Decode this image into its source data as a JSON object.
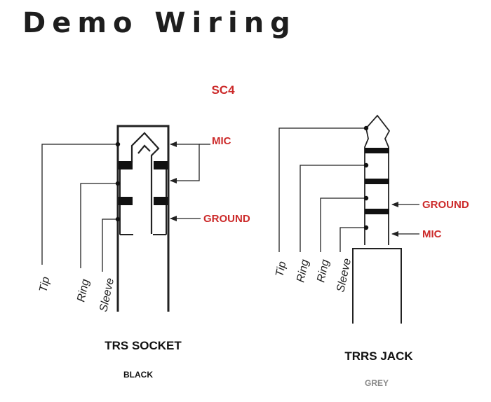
{
  "title": "Demo Wiring",
  "model": "SC4",
  "socket": {
    "caption": "TRS SOCKET",
    "color_label": "BLACK",
    "pins": [
      "Tip",
      "Ring",
      "Sleeve"
    ],
    "mic_label": "MIC",
    "ground_label": "GROUND"
  },
  "jack": {
    "caption": "TRRS JACK",
    "color_label": "GREY",
    "pins": [
      "Tip",
      "Ring",
      "Ring",
      "Sleeve"
    ],
    "ground_label": "GROUND",
    "mic_label": "MIC"
  },
  "colors": {
    "label_red": "#cc2a2a",
    "grey_text": "#8a8a8a"
  }
}
